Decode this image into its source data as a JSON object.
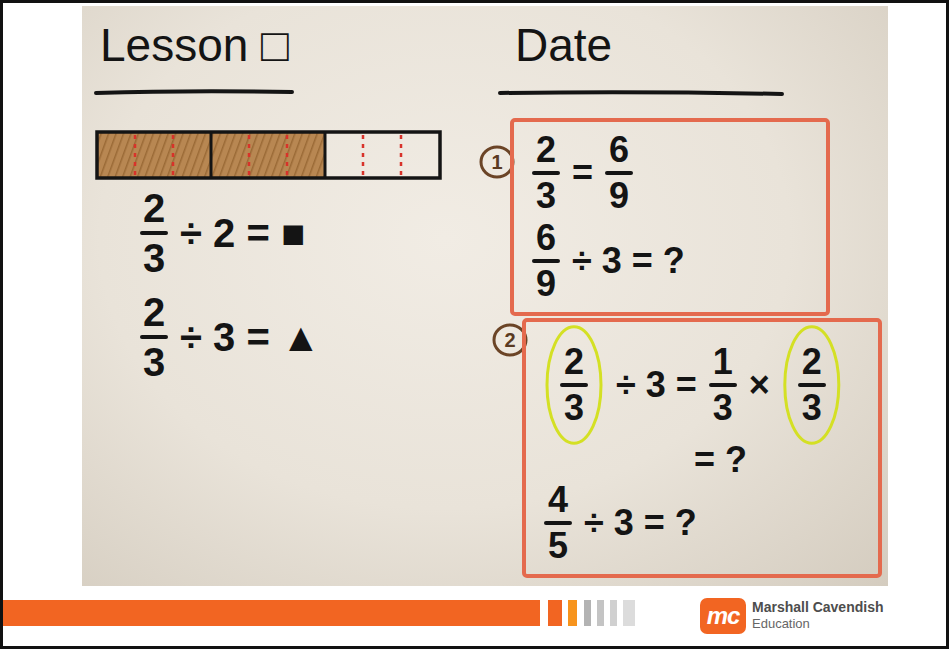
{
  "diagram": {
    "nodes": [
      {
        "text": [
          "1"
        ]
      },
      {
        "text": [
          "2",
          "3",
          "=",
          "6",
          "9",
          "6",
          "9",
          "÷ 3 = ?"
        ]
      },
      {
        "text": [
          "2"
        ]
      },
      {
        "text": [
          "2",
          "3",
          "÷ 3 =",
          "1",
          "3",
          "×",
          "2",
          "3",
          "= ?",
          "4",
          "5",
          "÷ 3 = ?"
        ]
      },
      {
        "text": [
          "mc"
        ]
      }
    ],
    "labels": [
      "Lesson □",
      "Date",
      "2",
      "3",
      "÷ 2 = ■",
      "2",
      "3",
      "÷ 3 = ▲",
      "Marshall Cavendish",
      "Education"
    ]
  }
}
